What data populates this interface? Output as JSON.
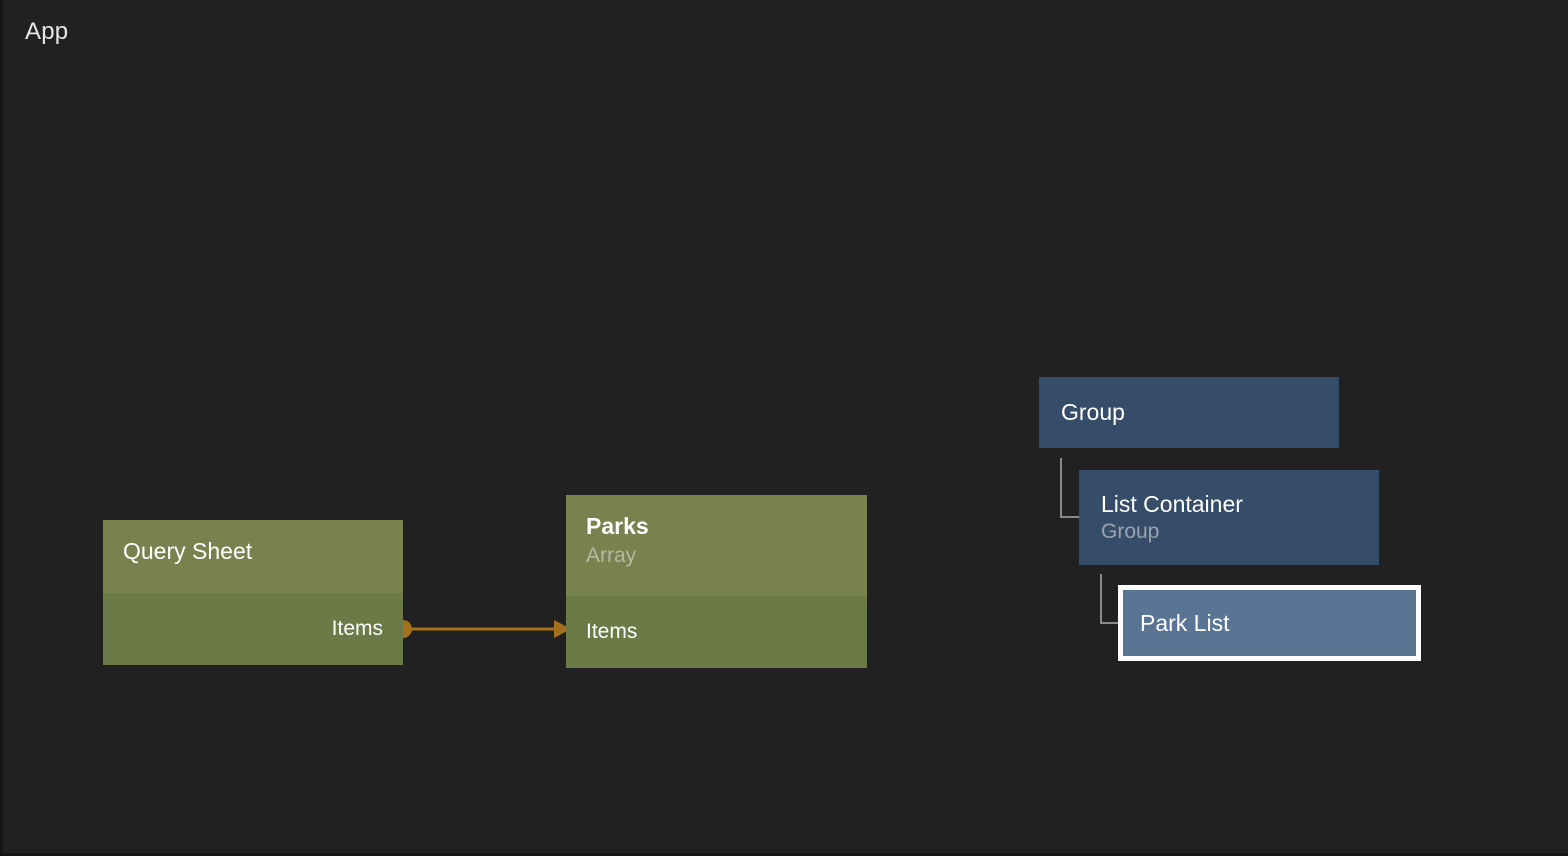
{
  "canvas": {
    "background_color": "#212121",
    "app_label": "App"
  },
  "data_nodes": [
    {
      "id": "query-sheet",
      "title": "Query Sheet",
      "subtitle": null,
      "title_bold": false,
      "header_color": "#78824f",
      "body_color": "#6c7a48",
      "ports": [
        {
          "label": "Items",
          "direction": "out"
        }
      ]
    },
    {
      "id": "parks",
      "title": "Parks",
      "subtitle": "Array",
      "title_bold": true,
      "header_color": "#78824f",
      "body_color": "#6c7a48",
      "ports": [
        {
          "label": "Items",
          "direction": "in"
        }
      ]
    }
  ],
  "connections": [
    {
      "id": "query-sheet-items-to-parks-items",
      "from_node": "query-sheet",
      "from_port": "Items",
      "to_node": "parks",
      "to_port": "Items",
      "color": "#a5701c"
    }
  ],
  "hierarchy_nodes": [
    {
      "id": "group",
      "title": "Group",
      "subtitle": null,
      "selected": false,
      "fill_color": "#354d68",
      "depth": 0
    },
    {
      "id": "list-container",
      "title": "List Container",
      "subtitle": "Group",
      "selected": false,
      "fill_color": "#354d68",
      "depth": 1
    },
    {
      "id": "park-list",
      "title": "Park List",
      "subtitle": null,
      "selected": true,
      "fill_color": "#5a7494",
      "selection_border_color": "#ffffff",
      "depth": 2
    }
  ],
  "theme": {
    "accent_connection": "#a5701c",
    "node_green_header": "#78824f",
    "node_green_body": "#6c7a48",
    "node_blue": "#354d68",
    "node_blue_selected": "#5a7494",
    "tree_line": "#8a8a8a",
    "text_primary": "#ffffff",
    "text_muted": "#9aa3ad"
  }
}
